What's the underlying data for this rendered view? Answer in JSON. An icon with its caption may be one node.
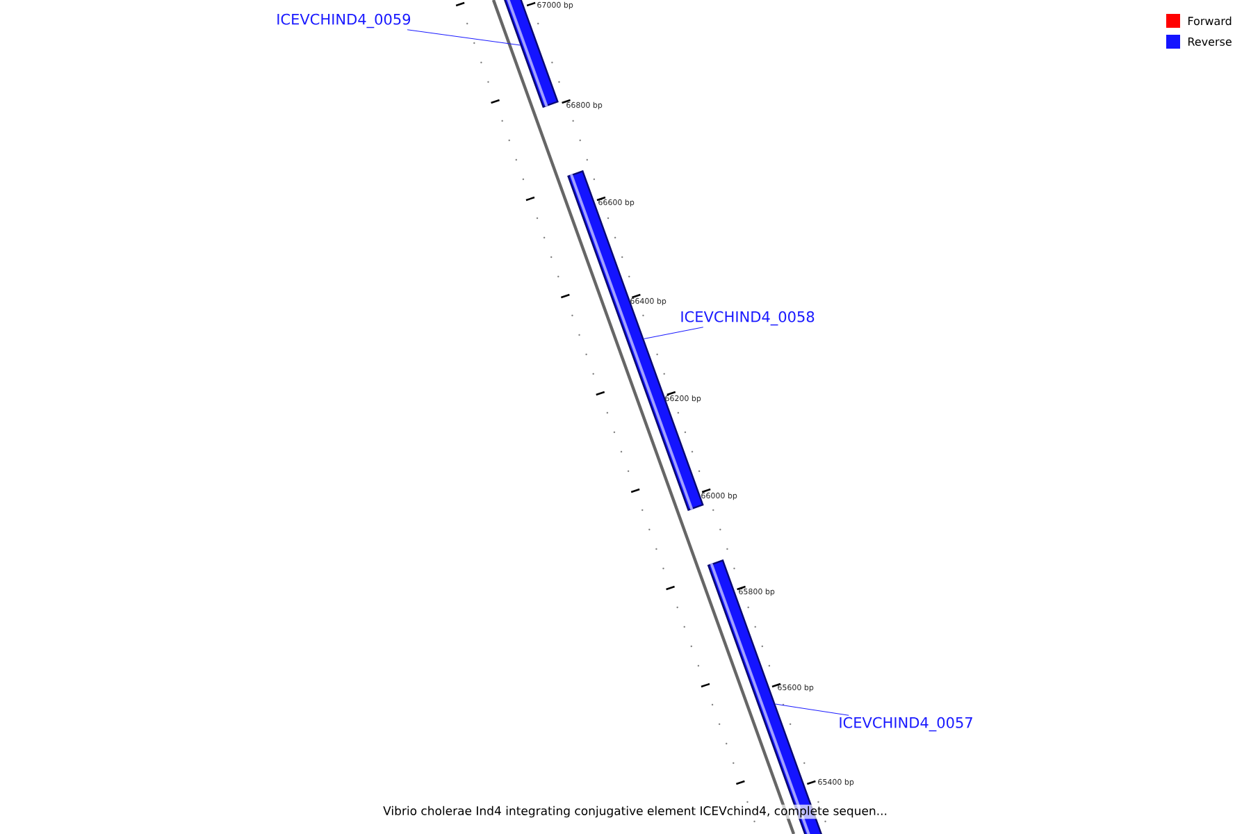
{
  "diagram": {
    "caption": "Vibrio cholerae Ind4 integrating conjugative element ICEVchind4, complete sequen...",
    "nodes": [
      {
        "text": [
          "ICEVCHIND4_0059"
        ]
      },
      {
        "text": [],
        "shape": "bar"
      },
      {
        "text": [
          "ICEVCHIND4_0058"
        ]
      },
      {
        "text": [],
        "shape": "bar"
      },
      {
        "text": [
          "ICEVCHIND4_0057"
        ]
      },
      {
        "text": [],
        "shape": "bar"
      }
    ],
    "edges": [
      {
        "from": 0,
        "to": 1,
        "arrow": "none"
      },
      {
        "from": 2,
        "to": 3,
        "arrow": "none"
      },
      {
        "from": 4,
        "to": 5,
        "arrow": "none"
      }
    ],
    "labels": [
      "67000 bp",
      "66800 bp",
      "66600 bp",
      "66400 bp",
      "66200 bp",
      "66000 bp",
      "65800 bp",
      "65600 bp",
      "65400 bp"
    ],
    "legend": [
      {
        "text": "Forward",
        "color": "#ff0000"
      },
      {
        "text": "Reverse",
        "color": "#1414ff"
      }
    ]
  }
}
